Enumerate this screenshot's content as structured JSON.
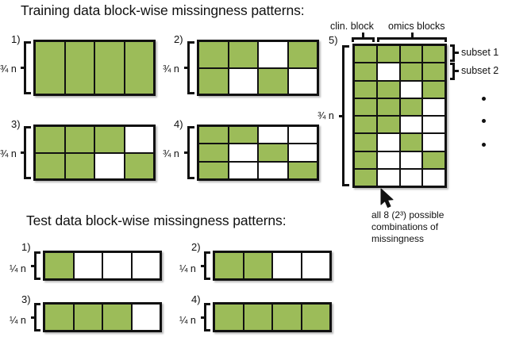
{
  "figure": {
    "training_title": "Training data block-wise missingness patterns:",
    "test_title": "Test data block-wise missingness patterns:",
    "colors": {
      "observed": "#9cbc59",
      "missing": "#ffffff",
      "outline": "#111111"
    }
  },
  "labels": {
    "clin_block": "clin. block",
    "omics_blocks": "omics blocks",
    "subset_1": "subset 1",
    "subset_2": "subset 2",
    "three_quarter_n": "¾ n",
    "quarter_n": "¼ n",
    "caption_line_1": "all 8 (2³) possible",
    "caption_line_2": "combinations of",
    "caption_line_3": "missingness"
  },
  "training_patterns": [
    {
      "index": "1)",
      "n_label": "¾ n",
      "rows": 1,
      "cols": 4,
      "grid": [
        [
          1,
          1,
          1,
          1
        ]
      ]
    },
    {
      "index": "2)",
      "n_label": "¾ n",
      "rows": 2,
      "cols": 4,
      "grid": [
        [
          1,
          1,
          0,
          1
        ],
        [
          1,
          0,
          1,
          0
        ]
      ]
    },
    {
      "index": "3)",
      "n_label": "¾ n",
      "rows": 2,
      "cols": 4,
      "grid": [
        [
          1,
          1,
          1,
          0
        ],
        [
          1,
          1,
          0,
          1
        ]
      ]
    },
    {
      "index": "4)",
      "n_label": "¾ n",
      "rows": 3,
      "cols": 4,
      "grid": [
        [
          1,
          1,
          0,
          0
        ],
        [
          1,
          0,
          1,
          0
        ],
        [
          1,
          0,
          0,
          1
        ]
      ]
    },
    {
      "index": "5)",
      "n_label": "¾ n",
      "rows": 8,
      "cols": 4,
      "grid": [
        [
          1,
          1,
          1,
          1
        ],
        [
          1,
          0,
          1,
          1
        ],
        [
          1,
          1,
          0,
          1
        ],
        [
          1,
          1,
          1,
          0
        ],
        [
          1,
          1,
          0,
          0
        ],
        [
          1,
          0,
          1,
          0
        ],
        [
          1,
          0,
          0,
          1
        ],
        [
          1,
          0,
          0,
          0
        ]
      ]
    }
  ],
  "test_patterns": [
    {
      "index": "1)",
      "n_label": "¼ n",
      "rows": 1,
      "cols": 4,
      "grid": [
        [
          1,
          0,
          0,
          0
        ]
      ]
    },
    {
      "index": "2)",
      "n_label": "¼ n",
      "rows": 1,
      "cols": 4,
      "grid": [
        [
          1,
          1,
          0,
          0
        ]
      ]
    },
    {
      "index": "3)",
      "n_label": "¼ n",
      "rows": 1,
      "cols": 4,
      "grid": [
        [
          1,
          1,
          1,
          0
        ]
      ]
    },
    {
      "index": "4)",
      "n_label": "¼ n",
      "rows": 1,
      "cols": 4,
      "grid": [
        [
          1,
          1,
          1,
          1
        ]
      ]
    }
  ]
}
